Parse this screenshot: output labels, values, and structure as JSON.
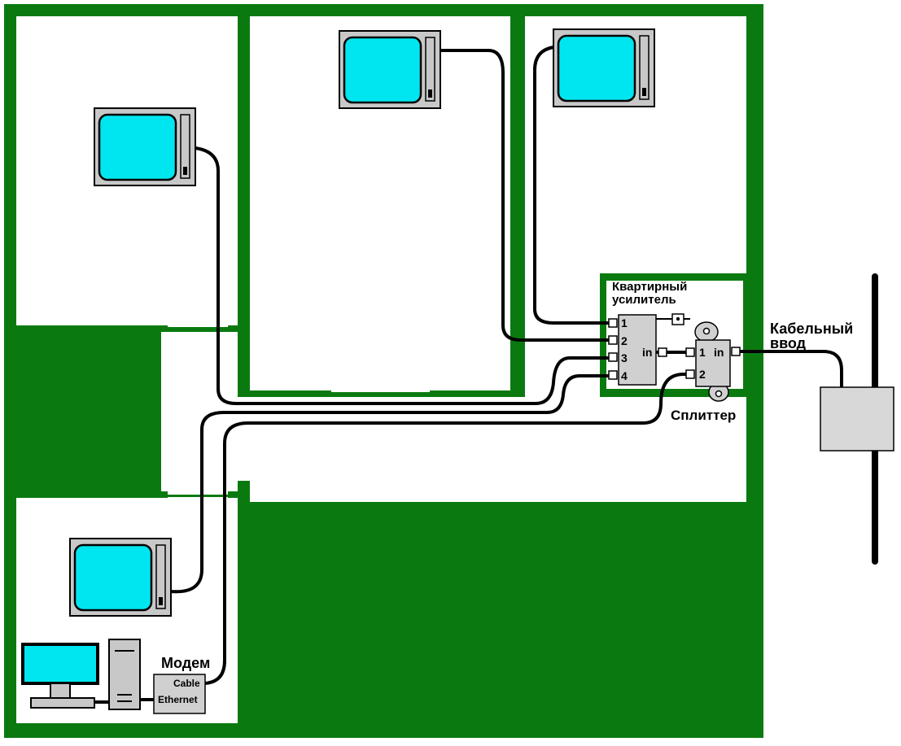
{
  "labels": {
    "amplifier_line1": "Квартирный",
    "amplifier_line2": "усилитель",
    "cable_entry_line1": "Кабельный",
    "cable_entry_line2": "ввод",
    "splitter": "Сплиттер",
    "modem": "Модем",
    "modem_cable": "Cable",
    "modem_ethernet": "Ethernet"
  },
  "amplifier_ports": [
    "1",
    "2",
    "3",
    "4"
  ],
  "amplifier_input": "in",
  "splitter_ports": [
    "1",
    "2"
  ],
  "splitter_input": "in",
  "colors": {
    "wall": "#0a7a10",
    "room": "#ffffff",
    "screen": "#00e6f0",
    "device": "#c8c8c8",
    "cable": "#000000"
  },
  "icons": [
    "tv-icon",
    "computer-icon",
    "power-plug-icon",
    "antenna-pole-icon"
  ]
}
